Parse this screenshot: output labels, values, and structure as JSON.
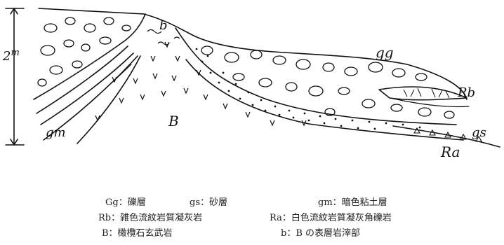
{
  "diagram": {
    "scale_label": "2",
    "scale_unit": "m",
    "labels": {
      "gg": "gg",
      "gm": "gm",
      "B": "B",
      "b": "b",
      "Rb": "Rb",
      "gs": "gs",
      "Ra": "Ra"
    }
  },
  "legend": {
    "Gg": "Gg：礫層",
    "gs": "gs：砂層",
    "gm": "gm：暗色粘土層",
    "Rb": "Rb：雑色流紋岩質凝灰岩",
    "Ra": "Ra：白色流紋岩質凝灰角礫岩",
    "B": "B：橄欖石玄武岩",
    "b": "b：B の表層岩滓部"
  }
}
